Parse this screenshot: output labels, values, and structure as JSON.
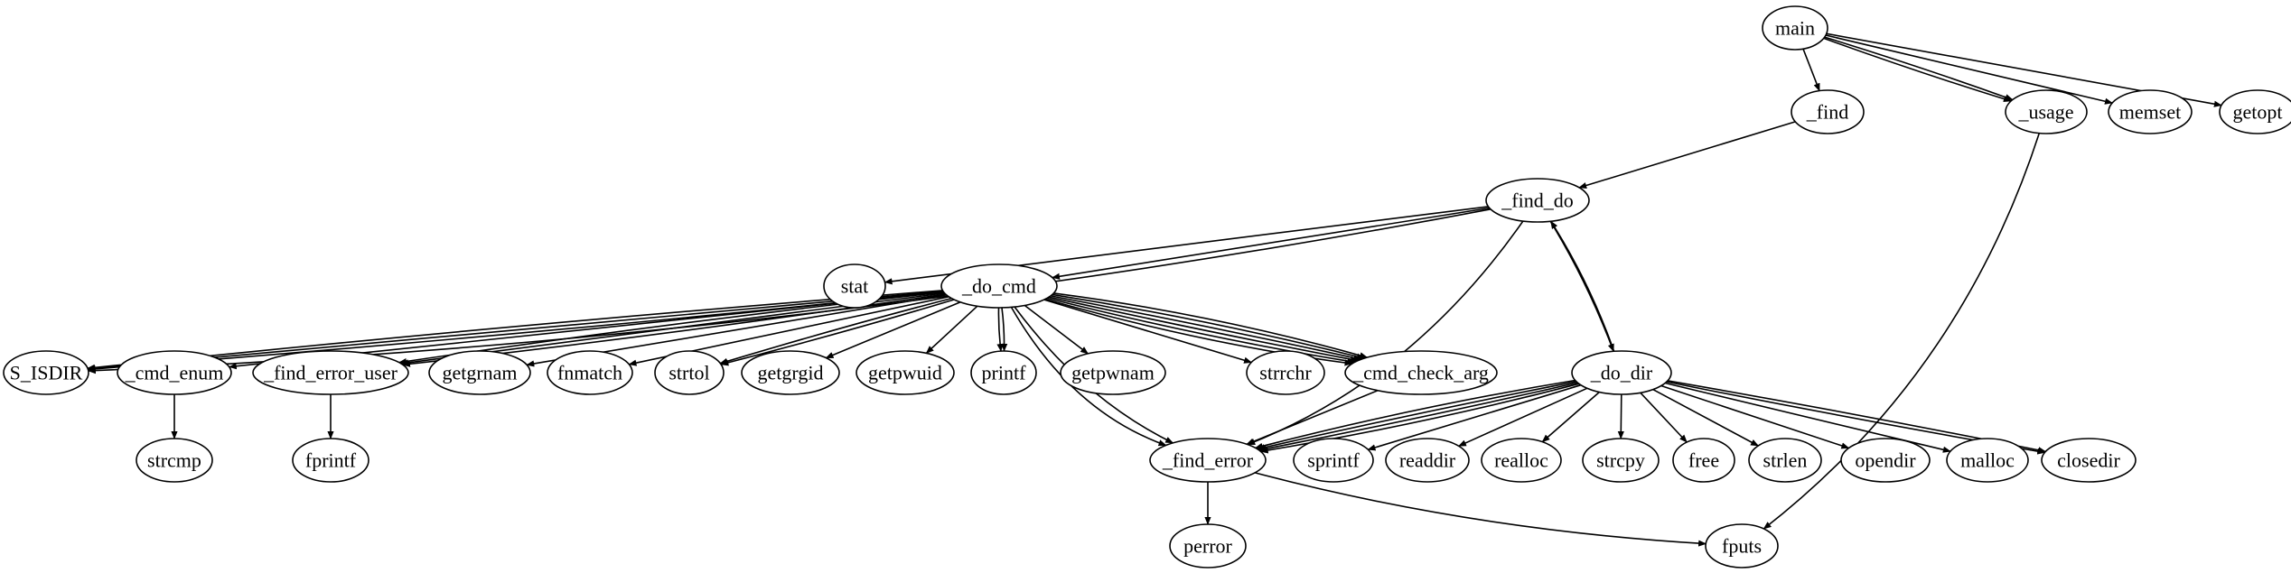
{
  "diagram": {
    "nodes": {
      "main": "main",
      "find": "_find",
      "usage": "_usage",
      "memset": "memset",
      "getopt": "getopt",
      "find_do": "_find_do",
      "stat": "stat",
      "do_cmd": "_do_cmd",
      "s_isdir": "S_ISDIR",
      "cmd_enum": "_cmd_enum",
      "find_error_user": "_find_error_user",
      "getgrnam": "getgrnam",
      "fnmatch": "fnmatch",
      "strtol": "strtol",
      "getgrgid": "getgrgid",
      "getpwuid": "getpwuid",
      "printf": "printf",
      "getpwnam": "getpwnam",
      "strrchr": "strrchr",
      "cmd_check_arg": "_cmd_check_arg",
      "do_dir": "_do_dir",
      "strcmp": "strcmp",
      "fprintf": "fprintf",
      "find_error": "_find_error",
      "sprintf": "sprintf",
      "readdir": "readdir",
      "realloc": "realloc",
      "strcpy": "strcpy",
      "free": "free",
      "strlen": "strlen",
      "opendir": "opendir",
      "malloc": "malloc",
      "closedir": "closedir",
      "perror": "perror",
      "fputs": "fputs"
    },
    "edges": [
      [
        "main",
        "find"
      ],
      [
        "main",
        "usage"
      ],
      [
        "main",
        "usage"
      ],
      [
        "main",
        "memset"
      ],
      [
        "main",
        "getopt"
      ],
      [
        "find",
        "find_do"
      ],
      [
        "usage",
        "fputs"
      ],
      [
        "find_do",
        "stat"
      ],
      [
        "find_do",
        "do_cmd"
      ],
      [
        "find_do",
        "s_isdir"
      ],
      [
        "find_do",
        "do_dir"
      ],
      [
        "find_do",
        "find_error"
      ],
      [
        "do_dir",
        "find_do"
      ],
      [
        "do_cmd",
        "s_isdir"
      ],
      [
        "do_cmd",
        "s_isdir"
      ],
      [
        "do_cmd",
        "s_isdir"
      ],
      [
        "do_cmd",
        "cmd_enum"
      ],
      [
        "do_cmd",
        "find_error_user"
      ],
      [
        "do_cmd",
        "find_error_user"
      ],
      [
        "do_cmd",
        "find_error_user"
      ],
      [
        "do_cmd",
        "getgrnam"
      ],
      [
        "do_cmd",
        "fnmatch"
      ],
      [
        "do_cmd",
        "strtol"
      ],
      [
        "do_cmd",
        "strtol"
      ],
      [
        "do_cmd",
        "getgrgid"
      ],
      [
        "do_cmd",
        "getpwuid"
      ],
      [
        "do_cmd",
        "printf"
      ],
      [
        "do_cmd",
        "printf"
      ],
      [
        "do_cmd",
        "getpwnam"
      ],
      [
        "do_cmd",
        "strrchr"
      ],
      [
        "do_cmd",
        "cmd_check_arg"
      ],
      [
        "do_cmd",
        "cmd_check_arg"
      ],
      [
        "do_cmd",
        "cmd_check_arg"
      ],
      [
        "do_cmd",
        "cmd_check_arg"
      ],
      [
        "do_cmd",
        "cmd_check_arg"
      ],
      [
        "do_cmd",
        "cmd_check_arg"
      ],
      [
        "do_cmd",
        "find_error"
      ],
      [
        "do_cmd",
        "find_error"
      ],
      [
        "cmd_enum",
        "strcmp"
      ],
      [
        "find_error_user",
        "fprintf"
      ],
      [
        "cmd_check_arg",
        "find_error"
      ],
      [
        "do_dir",
        "find_error"
      ],
      [
        "do_dir",
        "find_error"
      ],
      [
        "do_dir",
        "find_error"
      ],
      [
        "do_dir",
        "find_error"
      ],
      [
        "do_dir",
        "sprintf"
      ],
      [
        "do_dir",
        "readdir"
      ],
      [
        "do_dir",
        "realloc"
      ],
      [
        "do_dir",
        "strcpy"
      ],
      [
        "do_dir",
        "free"
      ],
      [
        "do_dir",
        "strlen"
      ],
      [
        "do_dir",
        "opendir"
      ],
      [
        "do_dir",
        "malloc"
      ],
      [
        "do_dir",
        "closedir"
      ],
      [
        "do_dir",
        "closedir"
      ],
      [
        "find_error",
        "perror"
      ],
      [
        "find_error",
        "fputs"
      ]
    ]
  }
}
